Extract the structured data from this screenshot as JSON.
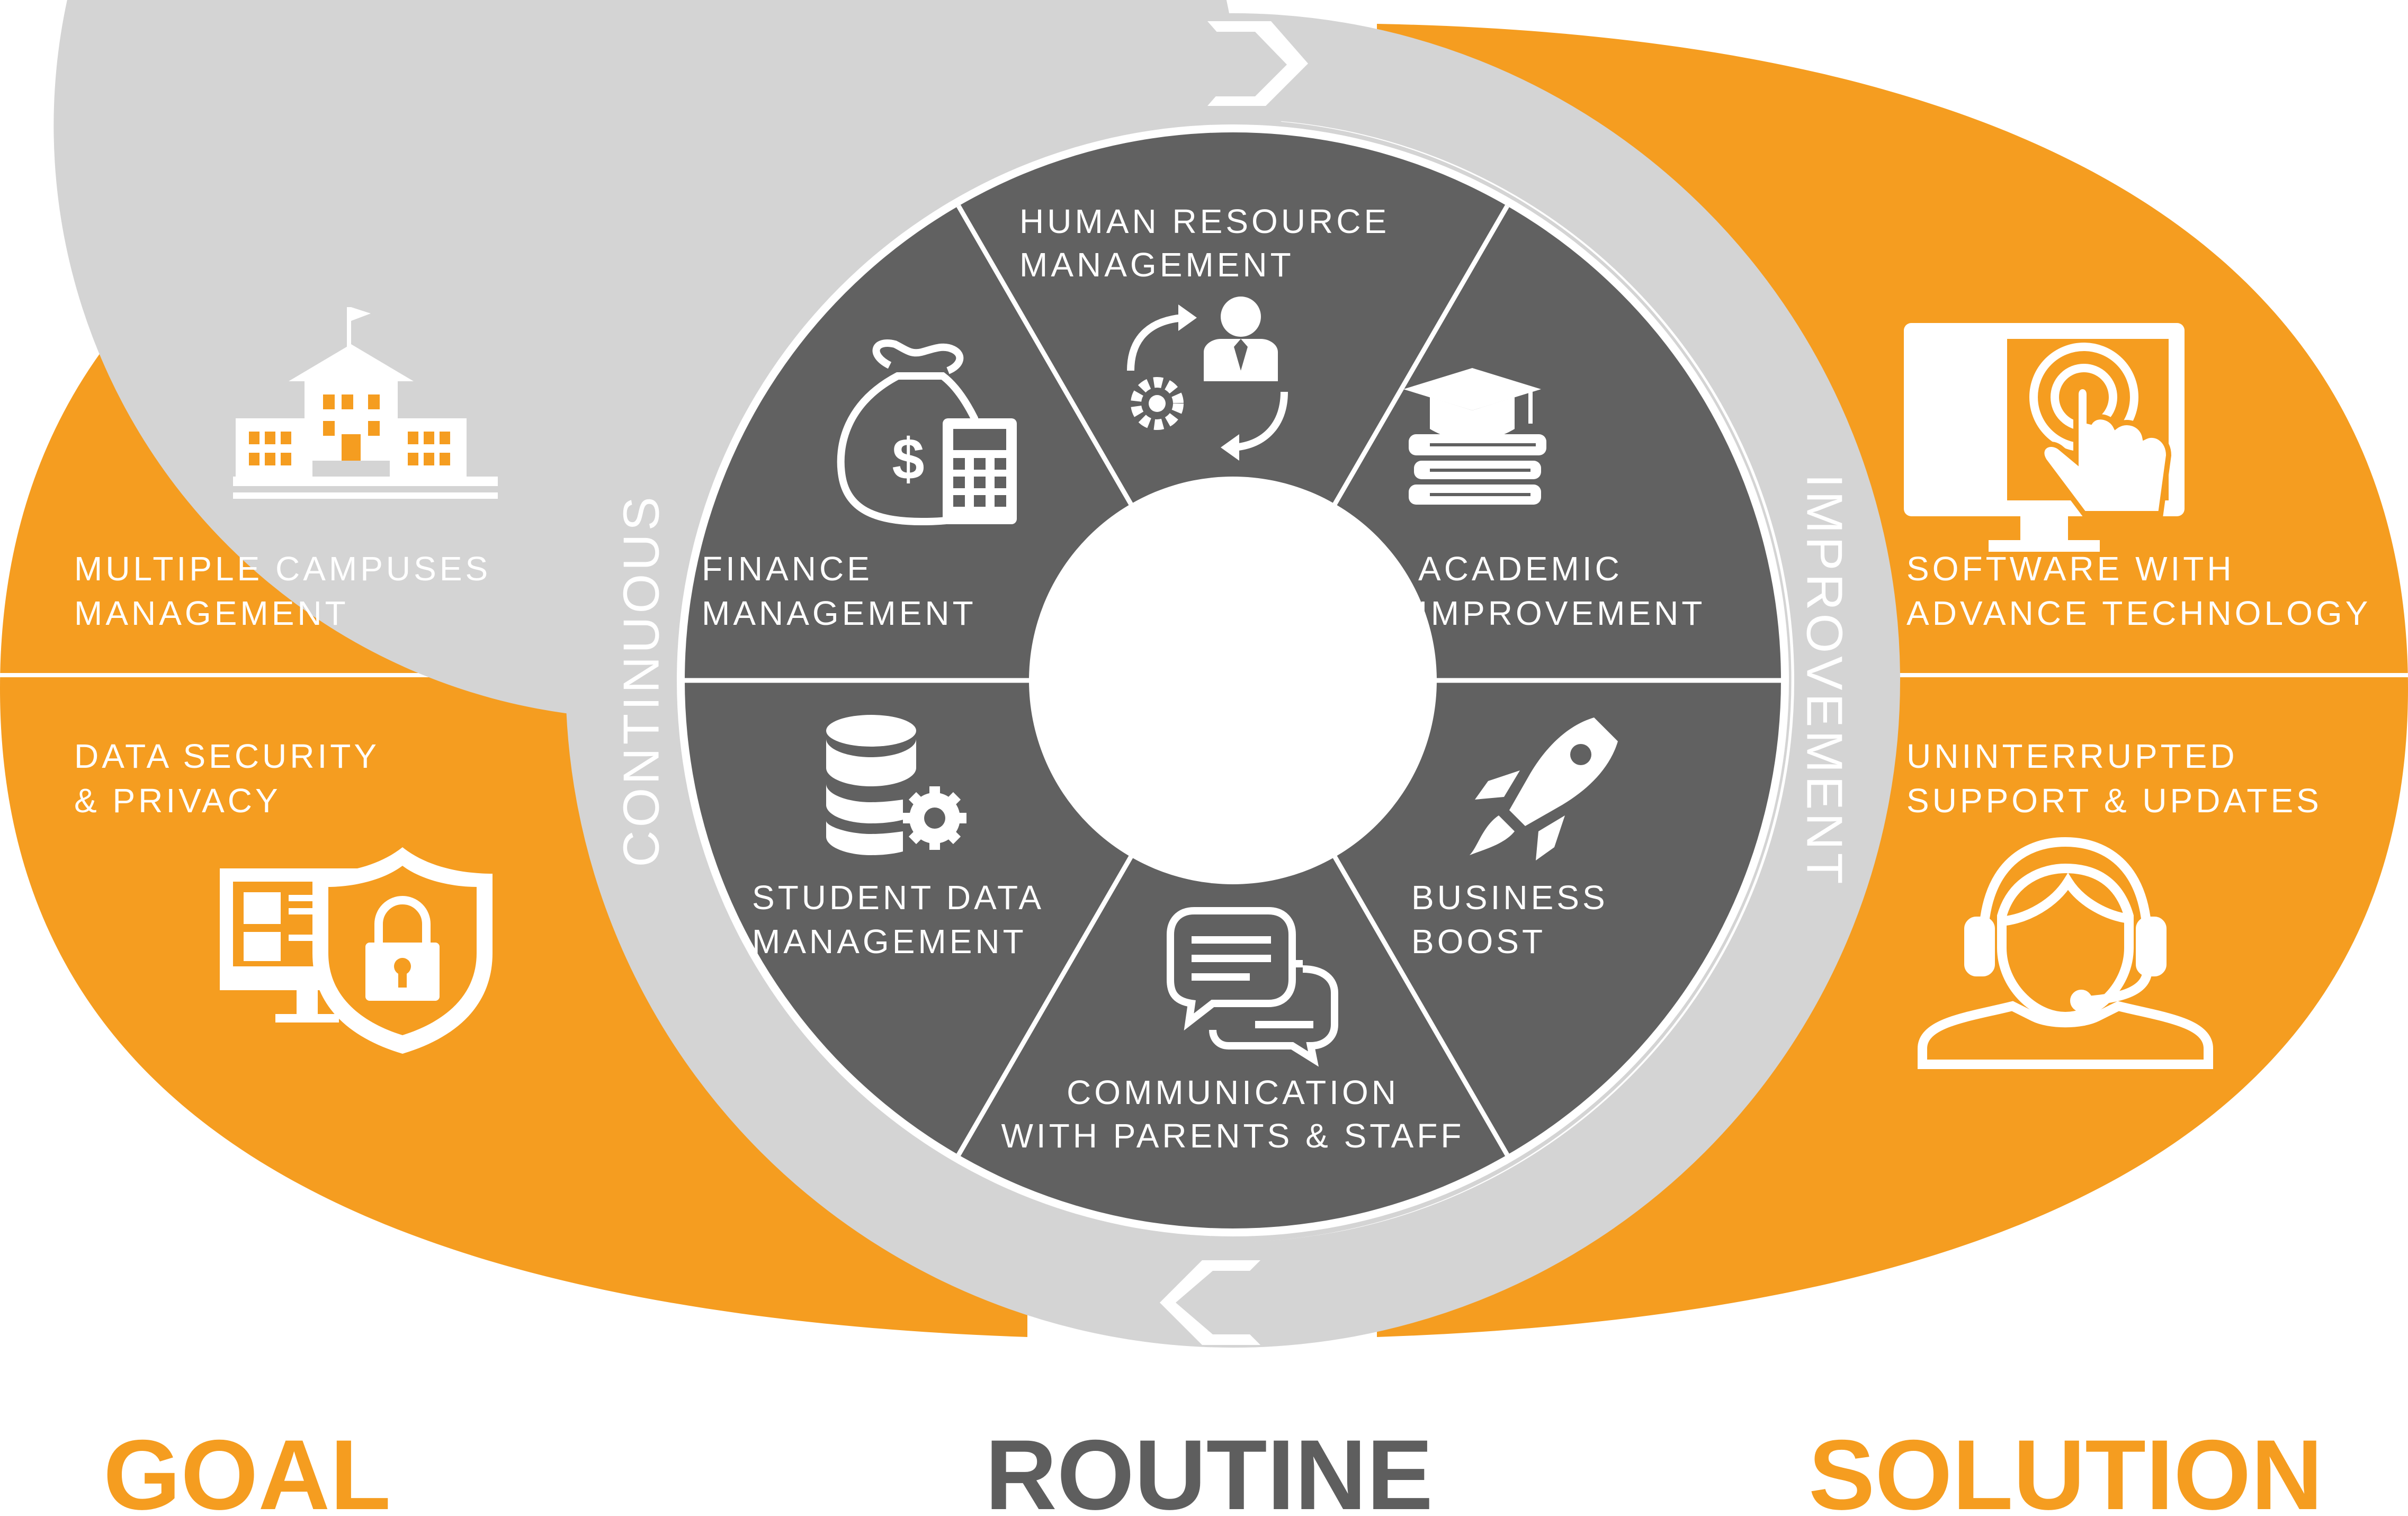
{
  "colors": {
    "orange": "#F59D20",
    "gray_ring": "#D4D4D4",
    "dark_wheel": "#616161",
    "white": "#FFFFFF",
    "routine_text": "#5E5E5E"
  },
  "goal": {
    "title": "GOAL",
    "item_top": {
      "line1": "MULTIPLE CAMPUSES",
      "line2": "MANAGEMENT",
      "icon": "school-building-icon"
    },
    "item_bottom": {
      "line1": "DATA SECURITY",
      "line2": "& PRIVACY",
      "icon": "secure-computer-shield-icon"
    }
  },
  "routine": {
    "title": "ROUTINE",
    "ring_left": "CONTINUOUS",
    "ring_right": "IMPROVEMENT",
    "segments": [
      {
        "line1": "HUMAN  RESOURCE",
        "line2": "MANAGEMENT",
        "icon": "hr-person-gear-icon"
      },
      {
        "line1": "ACADEMIC",
        "line2": "IMPROVEMENT",
        "icon": "graduation-cap-books-icon"
      },
      {
        "line1": "BUSINESS",
        "line2": "BOOST",
        "icon": "rocket-icon"
      },
      {
        "line1": "COMMUNICATION",
        "line2": "WITH PARENTS & STAFF",
        "icon": "chat-bubbles-icon"
      },
      {
        "line1": "STUDENT DATA",
        "line2": "MANAGEMENT",
        "icon": "database-gear-icon"
      },
      {
        "line1": "FINANCE",
        "line2": "MANAGEMENT",
        "icon": "money-bag-calculator-icon"
      }
    ]
  },
  "solution": {
    "title": "SOLUTION",
    "item_top": {
      "line1": "SOFTWARE WITH",
      "line2": "ADVANCE TECHNOLOGY",
      "icon": "touch-monitor-icon"
    },
    "item_bottom": {
      "line1": "UNINTERRUPTED",
      "line2": "SUPPORT & UPDATES",
      "icon": "support-headset-icon"
    }
  }
}
